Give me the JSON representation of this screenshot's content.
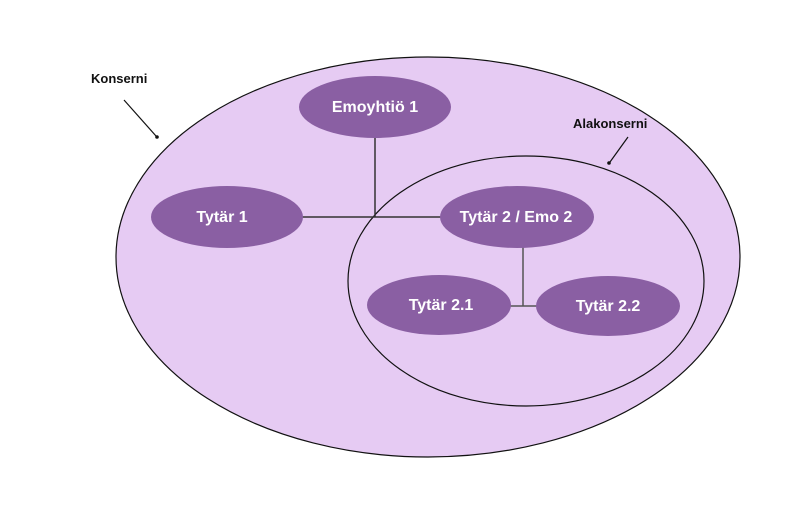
{
  "colors": {
    "outer_fill": "#e6cbf3",
    "node_fill": "#8a5fa3",
    "line": "#111111",
    "connector": "#444444",
    "node_text": "#ffffff"
  },
  "labels": {
    "group": "Konserni",
    "subgroup": "Alakonserni"
  },
  "nodes": {
    "parent": "Emoyhtiö 1",
    "sub1": "Tytär 1",
    "sub2": "Tytär 2 / Emo 2",
    "sub21": "Tytär 2.1",
    "sub22": "Tytär 2.2"
  }
}
